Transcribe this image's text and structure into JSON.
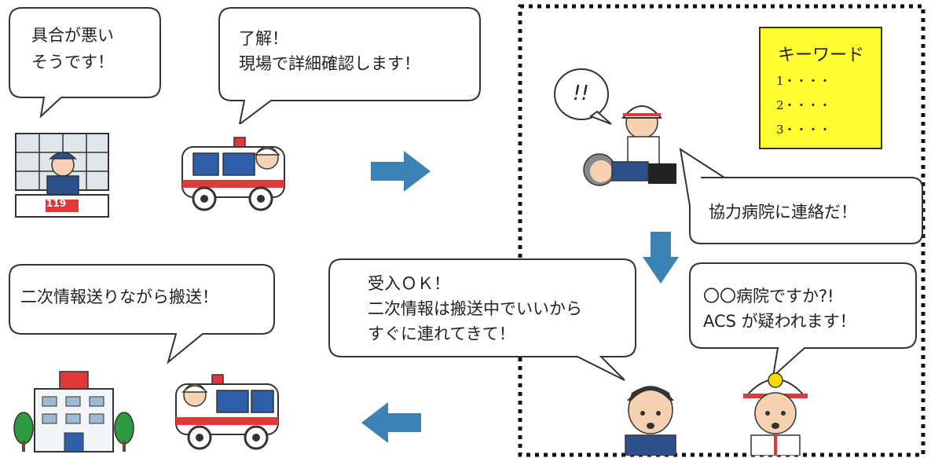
{
  "bubbles": {
    "caller": [
      "具合が悪い",
      "そうです！"
    ],
    "ambulance_ack": [
      "了解！",
      "現場で詳細確認します！"
    ],
    "contact_hospital": [
      "協力病院に連絡だ！"
    ],
    "transport": [
      "二次情報送りながら搬送！"
    ],
    "hospital_reply": [
      "受入ＯＫ！",
      "二次情報は搬送中でいいから",
      "すぐに連れてきて！"
    ],
    "paramedic_call": [
      "〇〇病院ですか?!",
      "ACS が疑われます！"
    ],
    "surprise": "!!"
  },
  "keyword_box": {
    "title": "キーワード",
    "items": [
      "1・・・・",
      "2・・・・",
      "3・・・・"
    ],
    "bg_color": "#ffff33"
  },
  "dispatch_sign": "119",
  "colors": {
    "arrow": "#3d82b5",
    "ambulance_red": "#e23838",
    "window_blue": "#2f5fa8"
  },
  "icons": [
    "dispatcher-icon",
    "ambulance-icon",
    "paramedic-cpr-icon",
    "doctor-icon",
    "paramedic-icon",
    "hospital-icon"
  ]
}
